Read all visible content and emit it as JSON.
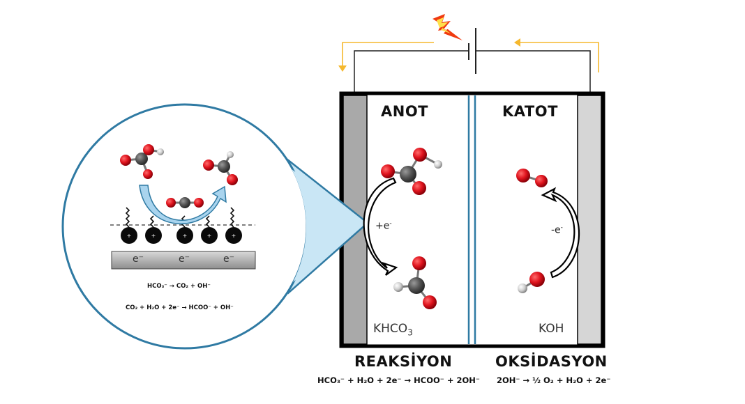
{
  "diagram": {
    "type": "electrochemical-cell",
    "compartments": {
      "anode": {
        "label": "ANOT",
        "electrolyte": "KHCO",
        "electrolyte_sub": "3",
        "electron_label": "+e",
        "electron_sup": "-"
      },
      "cathode": {
        "label": "KATOT",
        "electrolyte": "KOH",
        "electron_label": "-e",
        "electron_sup": "-"
      }
    },
    "reactions": {
      "left": {
        "title": "REAKSİYON",
        "equation": "HCO₃⁻ + H₂O + 2e⁻ → HCOO⁻ + 2OH⁻"
      },
      "right": {
        "title": "OKSİDASYON",
        "equation": "2OH⁻ → ½ O₂ + H₂O + 2e⁻"
      }
    },
    "zoom_inset": {
      "electrode_labels": [
        "e⁻",
        "e⁻",
        "e⁻"
      ],
      "cation_count": 5,
      "cation_symbol": "+",
      "equations": [
        "HCO₃⁻ → CO₂ + OH⁻",
        "CO₂ + H₂O + 2e⁻ → HCOO⁻ + OH⁻"
      ]
    },
    "colors": {
      "oxygen_atom": "#e0141e",
      "carbon_atom": "#555555",
      "hydrogen_atom": "#cccccc",
      "current_arrow": "#f5b82e",
      "inset_outline": "#2f7aa3",
      "inset_fill": "#c9e6f5",
      "membrane": "#2f7aa3",
      "anode_plate": "#a9a9a9",
      "cathode_plate": "#d6d6d6",
      "lightning": "#f03a10"
    }
  }
}
